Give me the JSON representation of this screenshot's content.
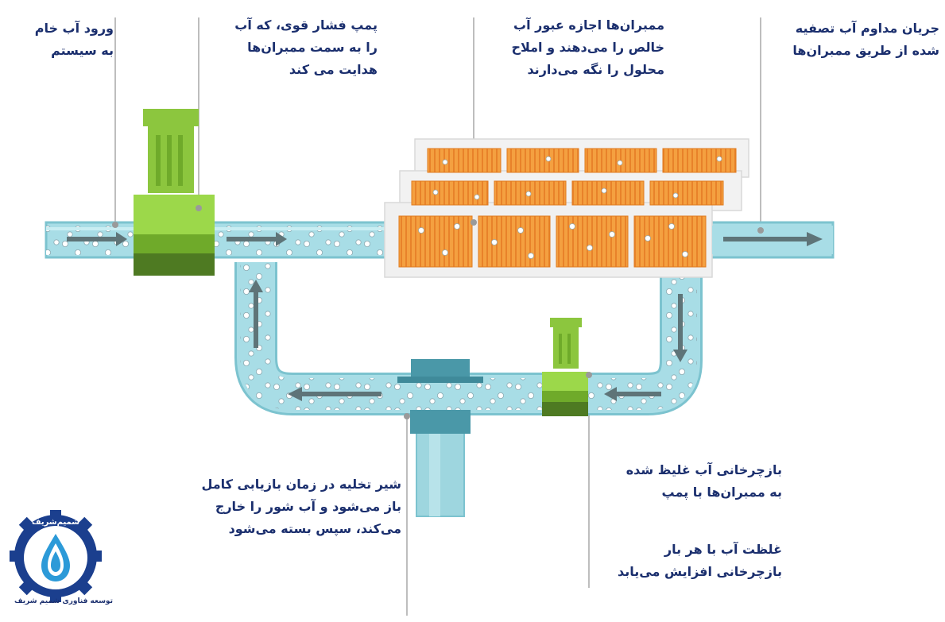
{
  "labels": {
    "inlet": [
      "ورود آب خام",
      "به سیستم"
    ],
    "pump": [
      "پمپ فشار قوی، که آب",
      "را به سمت ممبران‌ها",
      "هدایت می کند"
    ],
    "membranes": [
      "ممبران‌ها اجازه عبور آب",
      "خالص را می‌دهند و املاح",
      "محلول را نگه می‌دارند"
    ],
    "permeate": [
      "جریان مداوم آب تصفیه",
      "شده از طریق ممبران‌ها"
    ],
    "drain_valve": [
      "شیر تخلیه در زمان بازیابی کامل",
      "باز می‌شود و آب شور را خارج",
      "می‌کند، سپس بسته می‌شود"
    ],
    "recirculation": [
      "بازچرخانی آب غلیظ شده",
      "به ممبران‌ها با پمپ"
    ],
    "concentration": [
      "غلظت آب با هر بار",
      "بازچرخانی افزایش می‌یابد"
    ]
  },
  "logo": {
    "text": "توسعه فناوری شمیم شریف",
    "arc_text": "شمیم‌شریف"
  },
  "colors": {
    "pipe": "#a8dde6",
    "pipe_edge": "#7cc3cf",
    "membrane": "#f39a3c",
    "membrane_dark": "#e07a1e",
    "pump_light": "#9cd84a",
    "pump_mid": "#6faa2a",
    "pump_dark": "#4e7a22",
    "valve": "#4a98a8",
    "text": "#1b2f6e",
    "arrow": "#5e7478"
  }
}
